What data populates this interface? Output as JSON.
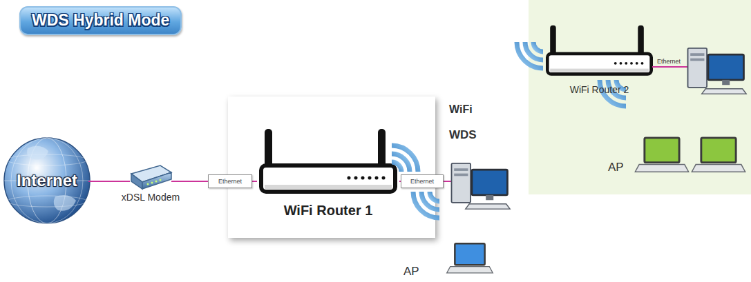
{
  "diagram": {
    "title": "WDS Hybrid Mode",
    "nodes": [
      {
        "text": [
          "Internet"
        ]
      },
      {
        "text": [
          "xDSL Modem"
        ]
      },
      {
        "text": [
          "Ethernet"
        ]
      },
      {
        "text": [
          "WiFi Router 1"
        ]
      },
      {
        "text": [
          "Ethernet"
        ]
      },
      {
        "text": [
          "WiFi Router 2"
        ]
      }
    ],
    "edges": [
      {
        "from": 0,
        "to": 1,
        "arrow": "none"
      },
      {
        "from": 1,
        "to": 2,
        "arrow": "none"
      },
      {
        "from": 2,
        "to": 3,
        "arrow": "none"
      },
      {
        "from": 3,
        "to": 4,
        "arrow": "none"
      }
    ],
    "labels": [
      "WiFi",
      "WDS",
      "Ethernet",
      "AP",
      "AP"
    ]
  }
}
